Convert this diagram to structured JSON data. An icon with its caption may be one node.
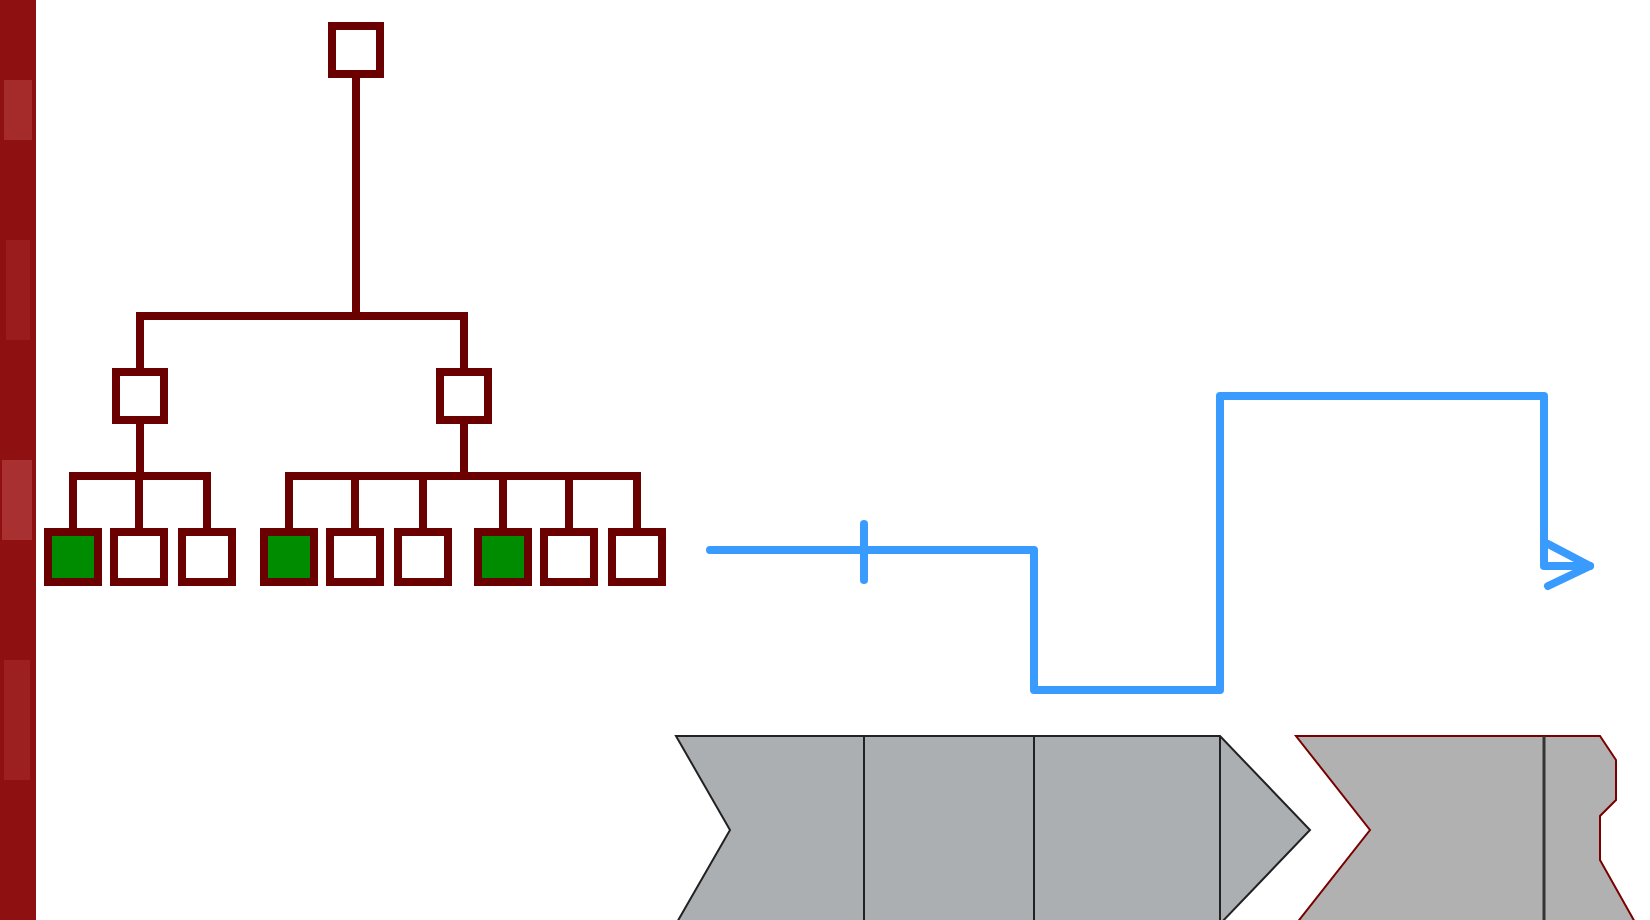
{
  "diagram": {
    "nodes": [
      {
        "text": [],
        "shape": "box"
      },
      {
        "text": [],
        "shape": "box"
      },
      {
        "text": [],
        "shape": "box"
      },
      {
        "text": [],
        "shape": "box"
      },
      {
        "text": [],
        "shape": "box"
      },
      {
        "text": [],
        "shape": "box"
      },
      {
        "text": [],
        "shape": "box"
      },
      {
        "text": [],
        "shape": "box"
      },
      {
        "text": [],
        "shape": "box"
      },
      {
        "text": [],
        "shape": "box"
      },
      {
        "text": [],
        "shape": "box"
      },
      {
        "text": [],
        "shape": "box"
      }
    ],
    "edges": [
      {
        "from": 0,
        "to": 1,
        "arrow": "none"
      },
      {
        "from": 0,
        "to": 2,
        "arrow": "none"
      },
      {
        "from": 1,
        "to": 3,
        "arrow": "none"
      },
      {
        "from": 1,
        "to": 4,
        "arrow": "none"
      },
      {
        "from": 1,
        "to": 5,
        "arrow": "none"
      },
      {
        "from": 2,
        "to": 6,
        "arrow": "none"
      },
      {
        "from": 2,
        "to": 7,
        "arrow": "none"
      },
      {
        "from": 2,
        "to": 8,
        "arrow": "none"
      },
      {
        "from": 2,
        "to": 9,
        "arrow": "none"
      },
      {
        "from": 2,
        "to": 10,
        "arrow": "none"
      },
      {
        "from": 2,
        "to": 11,
        "arrow": "none"
      }
    ]
  }
}
